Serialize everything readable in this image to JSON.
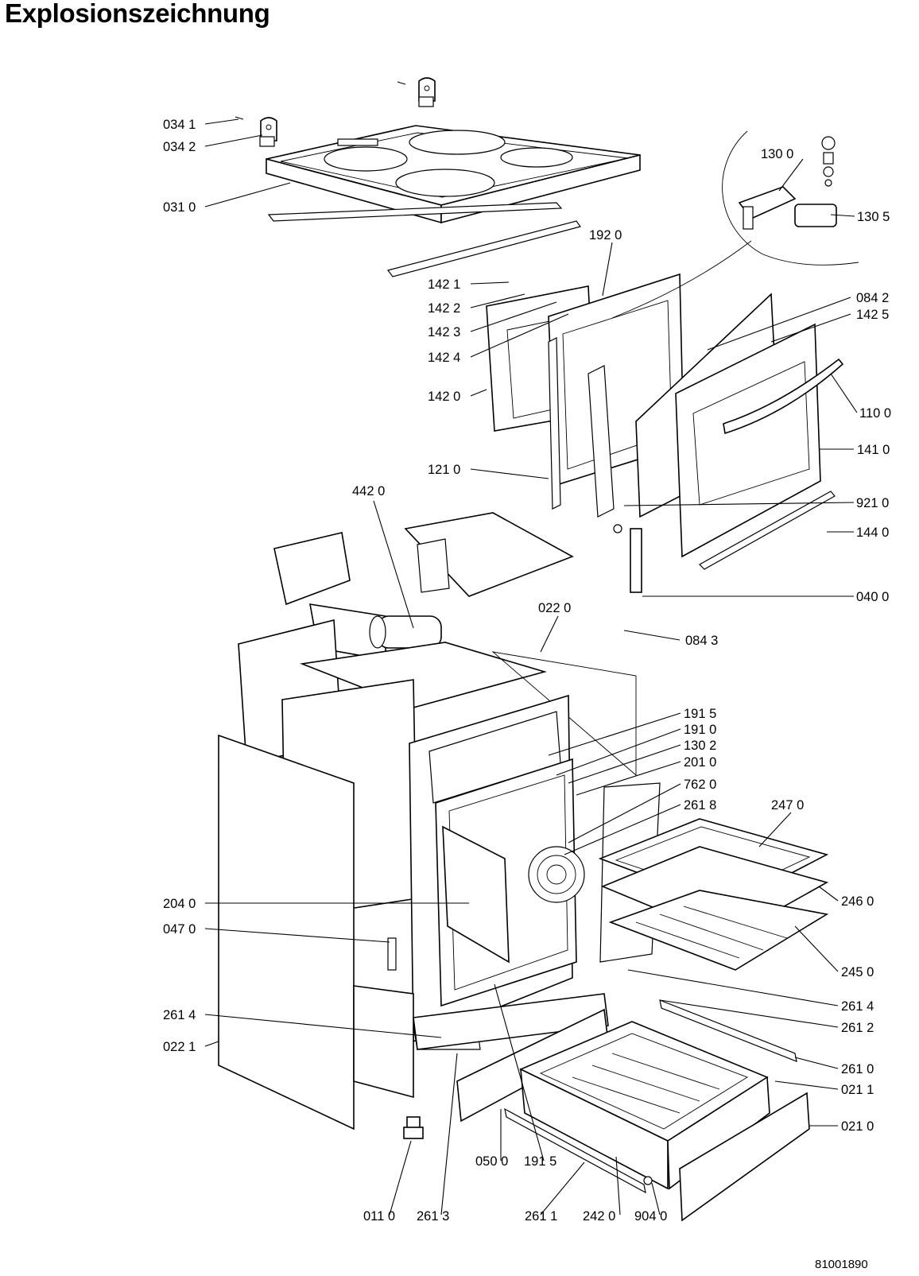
{
  "title": "Explosionszeichnung",
  "drawing_number": "81001890",
  "callouts": [
    {
      "id": "034-1",
      "text": "034 1"
    },
    {
      "id": "034-2",
      "text": "034 2"
    },
    {
      "id": "031-0",
      "text": "031 0"
    },
    {
      "id": "130-0",
      "text": "130 0"
    },
    {
      "id": "130-5",
      "text": "130 5"
    },
    {
      "id": "192-0",
      "text": "192 0"
    },
    {
      "id": "142-1",
      "text": "142 1"
    },
    {
      "id": "142-2",
      "text": "142 2"
    },
    {
      "id": "142-3",
      "text": "142 3"
    },
    {
      "id": "142-4",
      "text": "142 4"
    },
    {
      "id": "142-0",
      "text": "142 0"
    },
    {
      "id": "084-2",
      "text": "084 2"
    },
    {
      "id": "142-5",
      "text": "142 5"
    },
    {
      "id": "110-0",
      "text": "110 0"
    },
    {
      "id": "141-0",
      "text": "141 0"
    },
    {
      "id": "121-0",
      "text": "121 0"
    },
    {
      "id": "921-0",
      "text": "921 0"
    },
    {
      "id": "144-0",
      "text": "144 0"
    },
    {
      "id": "040-0",
      "text": "040 0"
    },
    {
      "id": "442-0",
      "text": "442 0"
    },
    {
      "id": "022-0",
      "text": "022 0"
    },
    {
      "id": "084-3",
      "text": "084 3"
    },
    {
      "id": "191-5a",
      "text": "191 5"
    },
    {
      "id": "191-0",
      "text": "191 0"
    },
    {
      "id": "130-2",
      "text": "130 2"
    },
    {
      "id": "201-0",
      "text": "201 0"
    },
    {
      "id": "762-0",
      "text": "762 0"
    },
    {
      "id": "261-8",
      "text": "261 8"
    },
    {
      "id": "247-0",
      "text": "247 0"
    },
    {
      "id": "204-0",
      "text": "204 0"
    },
    {
      "id": "047-0",
      "text": "047 0"
    },
    {
      "id": "246-0",
      "text": "246 0"
    },
    {
      "id": "245-0",
      "text": "245 0"
    },
    {
      "id": "261-4a",
      "text": "261 4"
    },
    {
      "id": "261-4b",
      "text": "261 4"
    },
    {
      "id": "261-2",
      "text": "261 2"
    },
    {
      "id": "022-1",
      "text": "022 1"
    },
    {
      "id": "261-0",
      "text": "261 0"
    },
    {
      "id": "021-1",
      "text": "021 1"
    },
    {
      "id": "021-0",
      "text": "021 0"
    },
    {
      "id": "050-0",
      "text": "050 0"
    },
    {
      "id": "191-5b",
      "text": "191 5"
    },
    {
      "id": "011-0",
      "text": "011 0"
    },
    {
      "id": "261-3",
      "text": "261 3"
    },
    {
      "id": "261-1",
      "text": "261 1"
    },
    {
      "id": "242-0",
      "text": "242 0"
    },
    {
      "id": "904-0",
      "text": "904 0"
    }
  ]
}
